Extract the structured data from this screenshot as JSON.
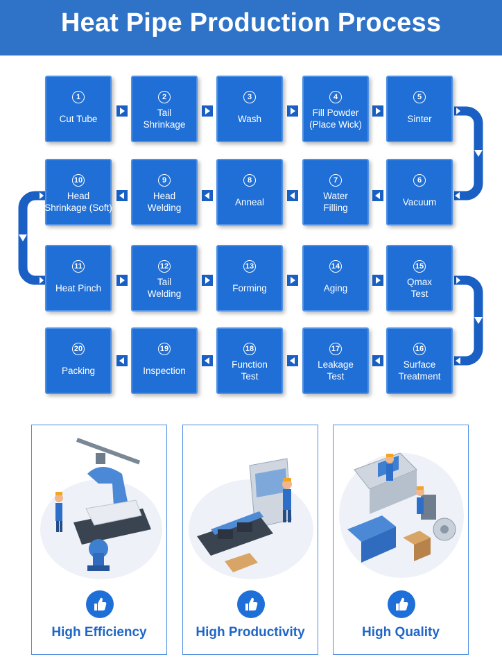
{
  "title": "Heat Pipe Production Process",
  "steps": [
    {
      "num": "1",
      "label": "Cut Tube"
    },
    {
      "num": "2",
      "label": "Tail\nShrinkage"
    },
    {
      "num": "3",
      "label": "Wash"
    },
    {
      "num": "4",
      "label": "Fill Powder\n(Place Wick)"
    },
    {
      "num": "5",
      "label": "Sinter"
    },
    {
      "num": "6",
      "label": "Vacuum"
    },
    {
      "num": "7",
      "label": "Water\nFilling"
    },
    {
      "num": "8",
      "label": "Anneal"
    },
    {
      "num": "9",
      "label": "Head\nWelding"
    },
    {
      "num": "10",
      "label": "Head\nShrinkage (Soft)"
    },
    {
      "num": "11",
      "label": "Heat Pinch"
    },
    {
      "num": "12",
      "label": "Tail\nWelding"
    },
    {
      "num": "13",
      "label": "Forming"
    },
    {
      "num": "14",
      "label": "Aging"
    },
    {
      "num": "15",
      "label": "Qmax\nTest"
    },
    {
      "num": "16",
      "label": "Surface\nTreatment"
    },
    {
      "num": "17",
      "label": "Leakage\nTest"
    },
    {
      "num": "18",
      "label": "Function\nTest"
    },
    {
      "num": "19",
      "label": "Inspection"
    },
    {
      "num": "20",
      "label": "Packing"
    }
  ],
  "cards": [
    {
      "label": "High Efficiency",
      "icon": "thumbs-up-icon"
    },
    {
      "label": "High Productivity",
      "icon": "thumbs-up-icon"
    },
    {
      "label": "High Quality",
      "icon": "thumbs-up-icon"
    }
  ],
  "colors": {
    "header": "#2e73c8",
    "box": "#1f6fd6",
    "connector": "#1a5fc4",
    "card_text": "#1f66c8"
  }
}
